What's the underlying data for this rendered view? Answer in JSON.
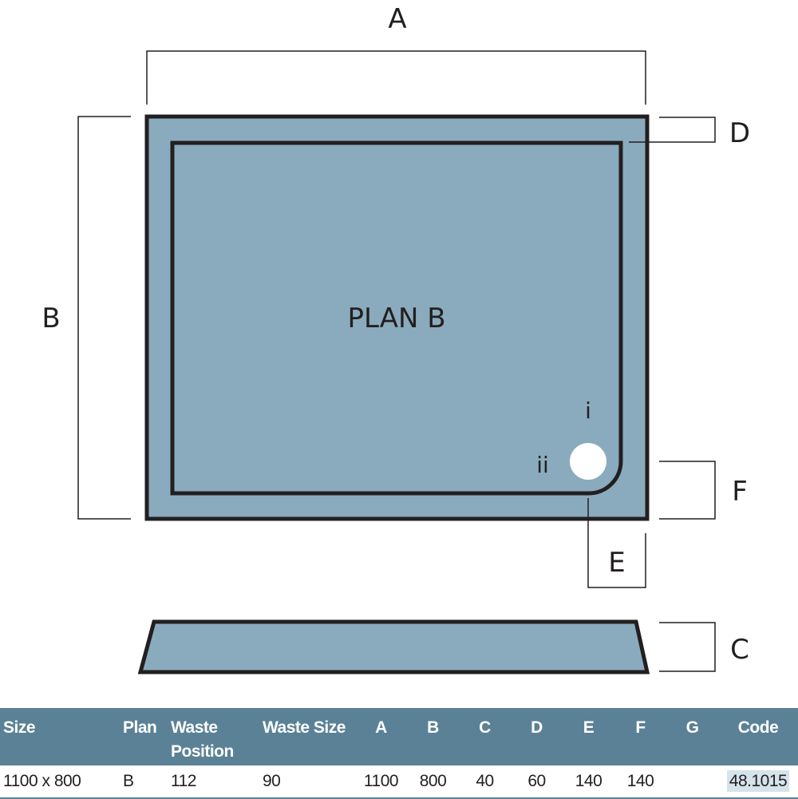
{
  "diagram": {
    "plan_label": "PLAN B",
    "dim_labels": {
      "a": "A",
      "b": "B",
      "c": "C",
      "d": "D",
      "e": "E",
      "f": "F"
    },
    "waste_labels": {
      "i": "i",
      "ii": "ii"
    },
    "colors": {
      "tray_fill": "#8aabbd",
      "outline": "#231f20",
      "waste_hole": "#ffffff"
    }
  },
  "table": {
    "header_color": "#5b8196",
    "headers": [
      "Size",
      "Plan",
      "Waste Position",
      "Waste Size",
      "A",
      "B",
      "C",
      "D",
      "E",
      "F",
      "G",
      "Code"
    ],
    "row": {
      "size": "1100 x 800",
      "plan": "B",
      "waste_position": "112",
      "waste_size": "90",
      "a": "1100",
      "b": "800",
      "c": "40",
      "d": "60",
      "e": "140",
      "f": "140",
      "g": "",
      "code": "48.1015"
    }
  }
}
